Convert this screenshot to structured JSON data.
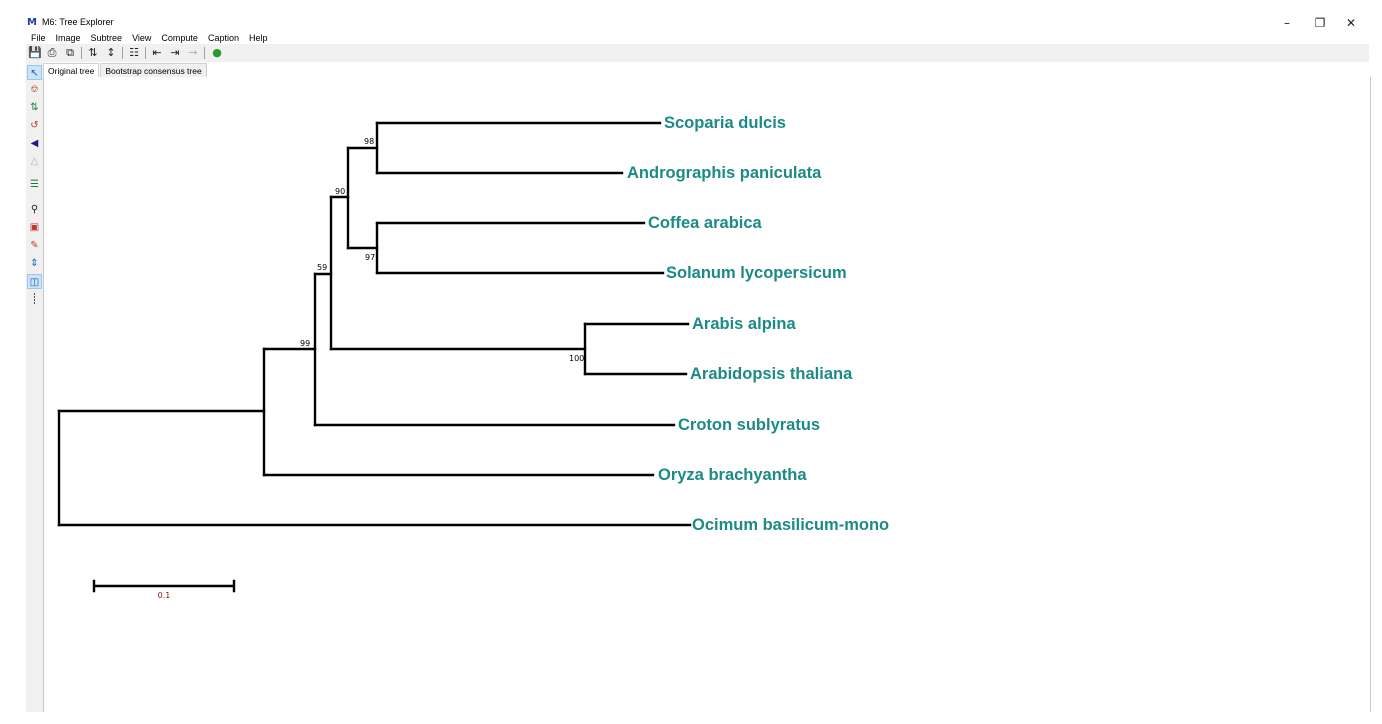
{
  "window": {
    "app_icon": "M",
    "title": "M6: Tree Explorer",
    "minimize": "–",
    "maximize": "❐",
    "close": "✕"
  },
  "menu": [
    "File",
    "Image",
    "Subtree",
    "View",
    "Compute",
    "Caption",
    "Help"
  ],
  "toolbar_icons": [
    "save-icon",
    "print-icon",
    "copy-icon",
    "swap-subtree-icon",
    "flip-icon",
    "tree-options-icon",
    "compress-icon",
    "expand-icon",
    "disabled-tool-icon",
    "info-icon"
  ],
  "sidebar_icons": [
    "pointer-icon",
    "root-icon",
    "swap-icon",
    "flip-subtree-icon",
    "compress-subtree-icon",
    "disabled-icon",
    "tree-style-icon",
    "find-icon",
    "fit-icon",
    "edit-icon",
    "balance-icon",
    "topology-icon",
    "scale-icon"
  ],
  "tabs": [
    "Original tree",
    "Bootstrap consensus tree"
  ],
  "tree": {
    "taxa": [
      "Scoparia dulcis",
      "Andrographis paniculata",
      "Coffea arabica",
      "Solanum lycopersicum",
      "Arabis alpina",
      "Arabidopsis thaliana",
      "Croton sublyratus",
      "Oryza brachyantha",
      "Ocimum basilicum-mono"
    ],
    "bootstrap": [
      "98",
      "90",
      "97",
      "59",
      "100",
      "99"
    ],
    "scale_bar": "0.1",
    "label_color": "#1c8a85"
  }
}
